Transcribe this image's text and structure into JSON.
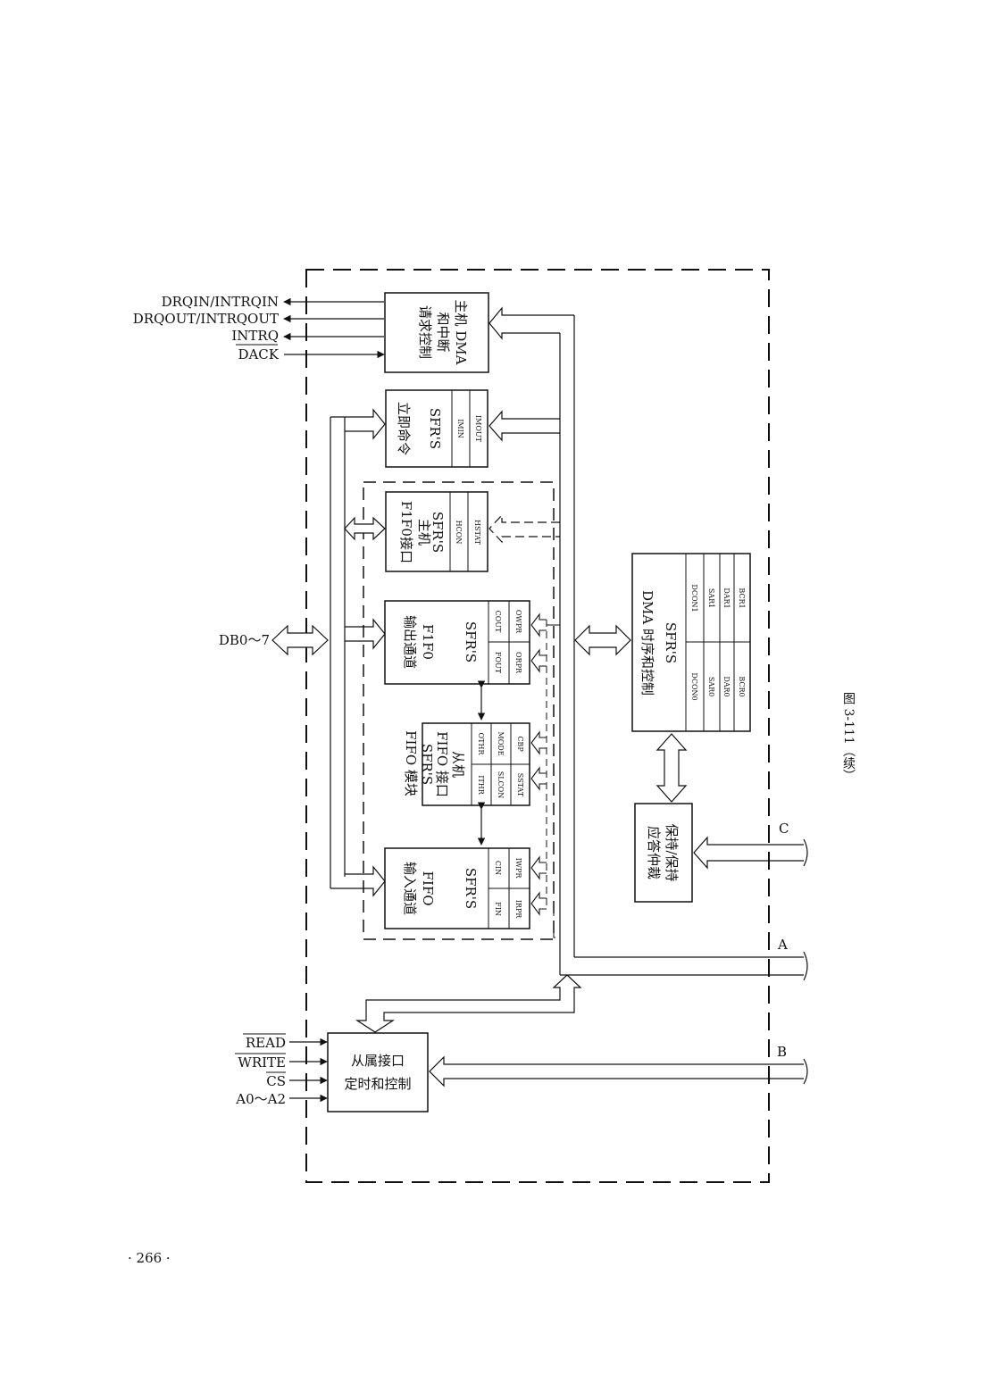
{
  "page_number": "· 266 ·",
  "figure_caption": "图 3-111（续）",
  "left_signals": {
    "drqin": "DRQIN/INTRQIN",
    "drqout": "DRQOUT/INTRQOUT",
    "intrq": "INTRQ",
    "dack": "DACK",
    "db": "DB0～7",
    "read": "READ",
    "write": "WRITE",
    "cs": "CS",
    "addr": "A0～A2"
  },
  "right_bus_labels": {
    "a": "A",
    "b": "B",
    "c": "C"
  },
  "host_dma": {
    "line1": "主机 DMA",
    "line2": "和中断",
    "line3": "请求控制"
  },
  "immediate_cmd": {
    "title": "立即命令",
    "sfr": "SFR'S",
    "reg1": "IMIN",
    "reg2": "IMOUT"
  },
  "host_fifo_if": {
    "line1": "主机",
    "line2": "F1F0接口",
    "sfr": "SFR'S",
    "reg1": "HCON",
    "reg2": "HSTAT"
  },
  "fifo_out": {
    "line1": "F1F0",
    "line2": "输出通道",
    "sfr": "SFR'S",
    "regs": [
      "COUT",
      "OWPR",
      "FOUT",
      "ORPR"
    ]
  },
  "fifo_module_label": "FIFO 模块",
  "slave_fifo_if": {
    "line1": "从机",
    "line2": "FIFO 接口",
    "sfr": "SFR'S",
    "regs": [
      "OTHR",
      "MODE",
      "CBP",
      "ITHR",
      "SLCON",
      "SSTAT"
    ]
  },
  "fifo_in": {
    "line1": "FIFO",
    "line2": "输入通道",
    "sfr": "SFR'S",
    "regs": [
      "CIN",
      "IWPR",
      "FIN",
      "IRPR"
    ]
  },
  "dma_timing": {
    "title": "DMA 时序和控制",
    "sfr": "SFR'S",
    "regs1": [
      "DCON1",
      "SAR1",
      "DAR1",
      "BCR1"
    ],
    "regs0": [
      "DCON0",
      "SAR0",
      "DAR0",
      "BCR0"
    ]
  },
  "hold_ack": {
    "line1": "保持/保持",
    "line2": "应答仲裁"
  },
  "slave_if": {
    "line1": "从属接口",
    "line2": "定时和控制"
  }
}
